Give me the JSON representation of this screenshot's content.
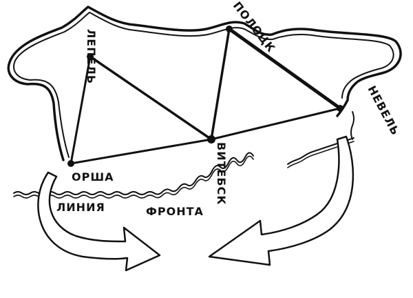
{
  "map": {
    "towns": {
      "lepel": "ЛЕПЕЛЬ",
      "polotsk": "ПОЛОЦК",
      "nevel": "НЕВЕЛЬ",
      "orsha": "ОРША",
      "vitebsk": "ВИТЕБСК"
    },
    "front_label_left": "ЛИНИЯ",
    "front_label_right": "ФРОНТА"
  }
}
